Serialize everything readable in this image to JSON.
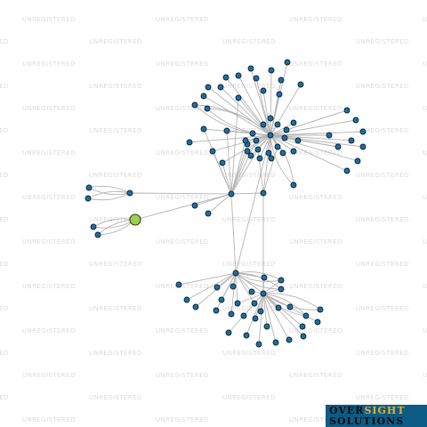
{
  "watermark": "UNREGISTERED",
  "logo": {
    "line1_a": "OVER",
    "line1_b": "SIGHT",
    "line2": "SOLUTIONS"
  },
  "colors": {
    "node": "#1f6f9e",
    "focus_node": "#9fd04a",
    "edge": "#b4b4b4",
    "watermark": "#dcdcdc"
  },
  "network": {
    "node_count": 108,
    "highlighted_node_count": 1
  }
}
